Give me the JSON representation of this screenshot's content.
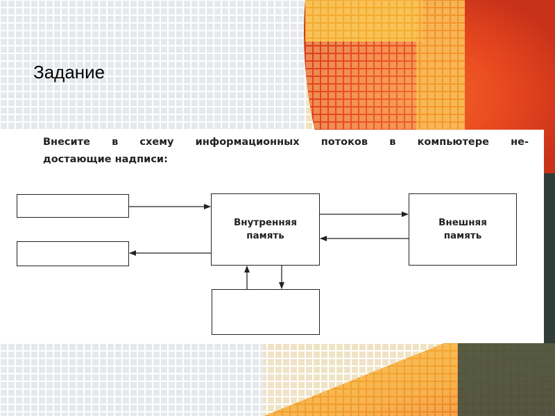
{
  "slide": {
    "title": "Задание"
  },
  "task": {
    "line1": "Внесите в схему информационных потоков в компьютере не-",
    "line2": "достающие надписи:"
  },
  "diagram": {
    "boxes": {
      "top_left": "",
      "mid_left": "",
      "internal": "Внутренняя\nпамять",
      "external": "Внешняя\nпамять",
      "bottom": ""
    },
    "arrows": [
      {
        "from": "top_left",
        "to": "internal"
      },
      {
        "from": "internal",
        "to": "mid_left"
      },
      {
        "from": "internal",
        "to": "external"
      },
      {
        "from": "external",
        "to": "internal"
      },
      {
        "from": "bottom",
        "to": "internal"
      },
      {
        "from": "internal",
        "to": "bottom"
      }
    ]
  },
  "colors": {
    "tile_light": "#e9ecef",
    "orange_deep": "#e8481f",
    "orange_mid": "#f39a2a",
    "yellow": "#f8c63a",
    "dark_teal": "#2f3d36"
  }
}
